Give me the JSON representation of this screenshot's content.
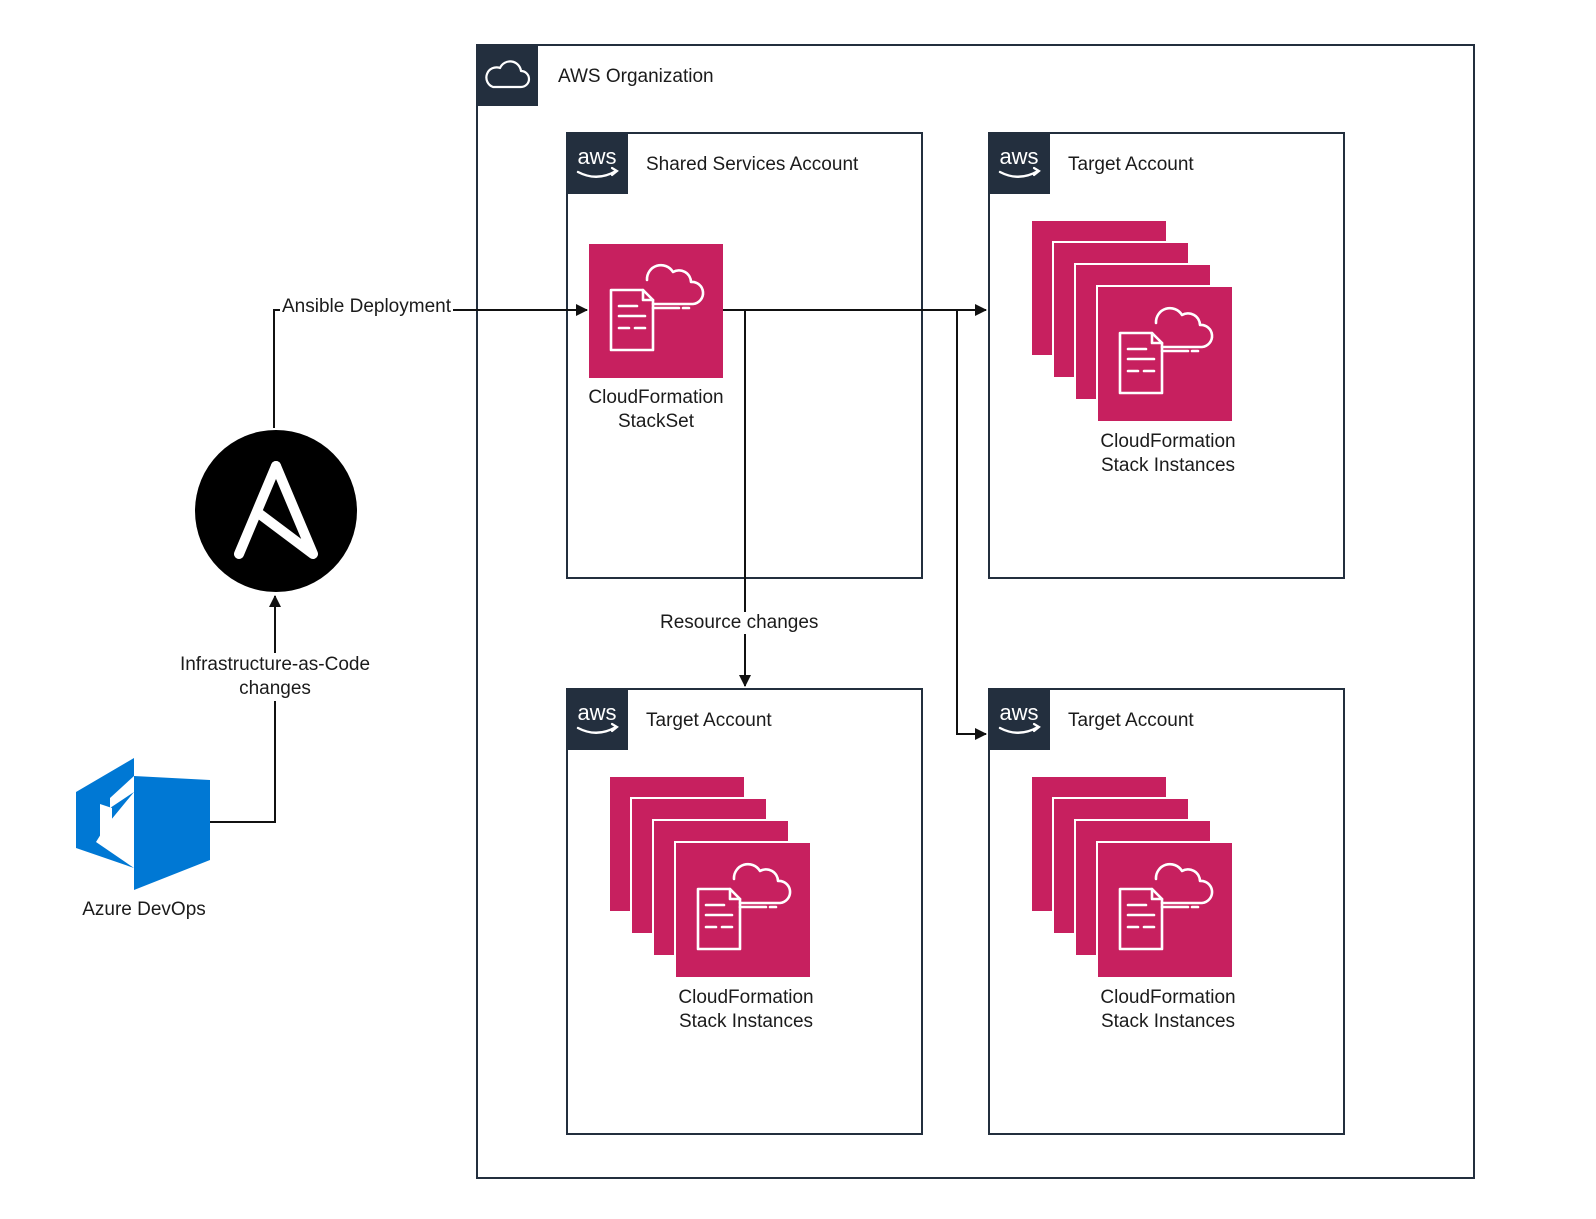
{
  "org": {
    "title": "AWS Organization",
    "icon": "cloud-icon"
  },
  "accounts": {
    "shared": {
      "title": "Shared Services Account",
      "badge": "aws"
    },
    "target_top_right": {
      "title": "Target Account",
      "badge": "aws"
    },
    "target_bottom_left": {
      "title": "Target Account",
      "badge": "aws"
    },
    "target_bottom_right": {
      "title": "Target Account",
      "badge": "aws"
    }
  },
  "nodes": {
    "stackset": {
      "line1": "CloudFormation",
      "line2": "StackSet",
      "icon": "cloudformation-icon"
    },
    "instances_top_right": {
      "line1": "CloudFormation",
      "line2": "Stack Instances",
      "icon": "cloudformation-icon"
    },
    "instances_bottom_left": {
      "line1": "CloudFormation",
      "line2": "Stack Instances",
      "icon": "cloudformation-icon"
    },
    "instances_bottom_right": {
      "line1": "CloudFormation",
      "line2": "Stack Instances",
      "icon": "cloudformation-icon"
    },
    "ansible": {
      "icon": "ansible-logo-icon"
    },
    "azure": {
      "label": "Azure DevOps",
      "icon": "azure-devops-logo-icon"
    }
  },
  "edges": {
    "ansible_deploy": "Ansible Deployment",
    "iac_line1": "Infrastructure-as-Code",
    "iac_line2": "changes",
    "resource_changes": "Resource changes"
  },
  "colors": {
    "aws_dark": "#232f3e",
    "cloudformation_pink": "#c7205f",
    "azure_blue": "#0078d4",
    "ansible_black": "#000000"
  }
}
